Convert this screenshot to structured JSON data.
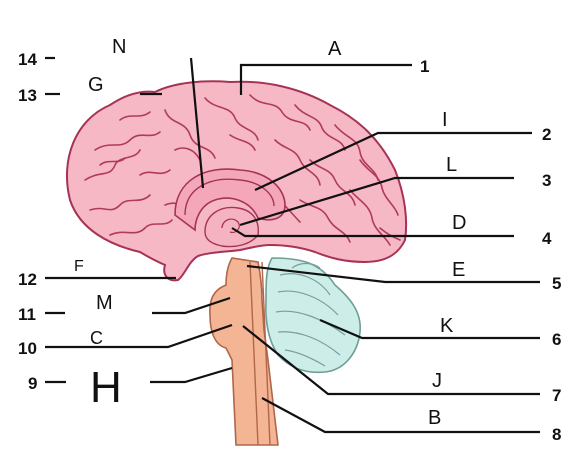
{
  "diagram": {
    "numbers": [
      "1",
      "2",
      "3",
      "4",
      "5",
      "6",
      "7",
      "8",
      "9",
      "10",
      "11",
      "12",
      "13",
      "14"
    ],
    "letters": {
      "A": "A",
      "B": "B",
      "C": "C",
      "D": "D",
      "E": "E",
      "F": "F",
      "G": "G",
      "H": "H",
      "I": "I",
      "J": "J",
      "K": "K",
      "L": "L",
      "M": "M",
      "N": "N"
    },
    "colors": {
      "cerebrum": "#f7b8c6",
      "cerebrum_inner": "#f3a7b8",
      "gyrus_line": "#b03a5a",
      "brainstem": "#f4b595",
      "cerebellum": "#cdeee8",
      "leader": "#111111"
    }
  }
}
